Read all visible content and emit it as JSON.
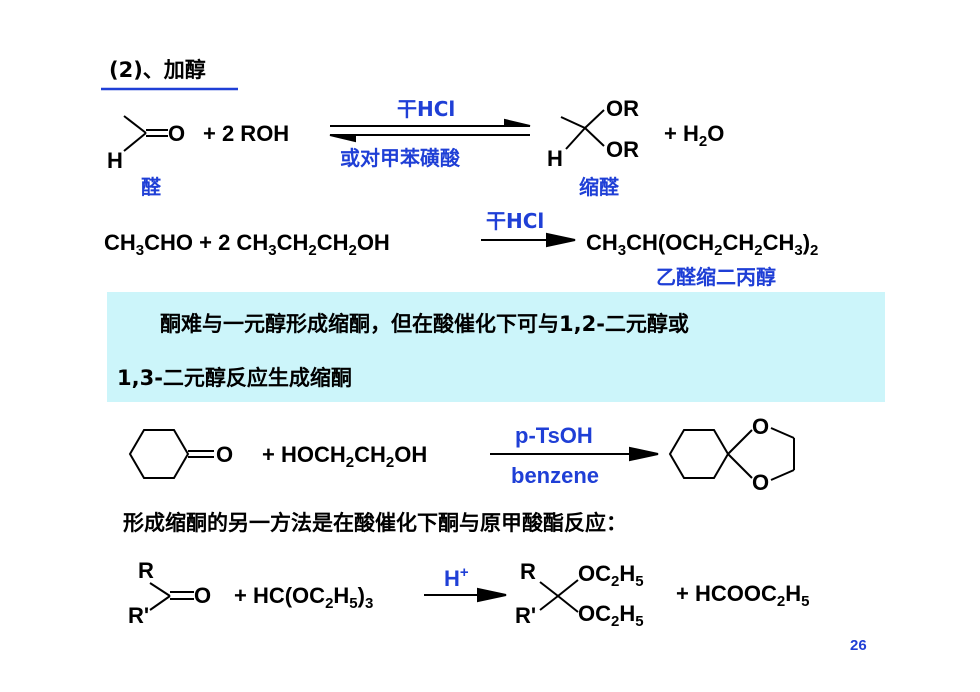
{
  "heading": "(2)、加醇",
  "row1": {
    "reactant": "O",
    "reactant_h": "H",
    "plus_reagent": "+ 2 ROH",
    "cond_top": "干HCl",
    "cond_bottom": "或对甲苯磺酸",
    "product_or1": "OR",
    "product_or2": "OR",
    "product_h": "H",
    "plus_water": "+ H",
    "water_sub": "2",
    "water_o": "O",
    "label_aldehyde": "醛",
    "label_acetal": "缩醛"
  },
  "row2": {
    "reactants": [
      "CH",
      "3",
      "CHO + 2 CH",
      "3",
      "CH",
      "2",
      "CH",
      "2",
      "OH"
    ],
    "condition": "干HCl",
    "product": [
      "CH",
      "3",
      "CH(OCH",
      "2",
      "CH",
      "2",
      "CH",
      "3",
      ")",
      "2"
    ],
    "product_name": "乙醛缩二丙醇"
  },
  "note": {
    "line1": "酮难与一元醇形成缩酮，但在酸催化下可与1,2-二元醇或",
    "line2": "1,3-二元醇反应生成缩酮"
  },
  "row3": {
    "ketone_o": "O",
    "reagent": [
      "+  HOCH",
      "2",
      "CH",
      "2",
      "OH"
    ],
    "cond_top": "p-TsOH",
    "cond_bottom": "benzene",
    "ring_o1": "O",
    "ring_o2": "O"
  },
  "sentence": "形成缩酮的另一方法是在酸催化下酮与原甲酸酯反应：",
  "row4": {
    "r": "R",
    "r_prime": "R'",
    "ketone_o": "O",
    "reagent": [
      "+ HC(OC",
      "2",
      "H",
      "5",
      ")",
      "3"
    ],
    "catalyst": "H",
    "catalyst_sup": "+",
    "prod_r": "R",
    "prod_r_prime": "R'",
    "prod_oet1": [
      "OC",
      "2",
      "H",
      "5"
    ],
    "prod_oet2": [
      "OC",
      "2",
      "H",
      "5"
    ],
    "byproduct": [
      "+  HCOOC",
      "2",
      "H",
      "5"
    ]
  },
  "page_number": "26",
  "colors": {
    "accent": "#1f3fd6",
    "note_bg": "#ccf5fa"
  }
}
